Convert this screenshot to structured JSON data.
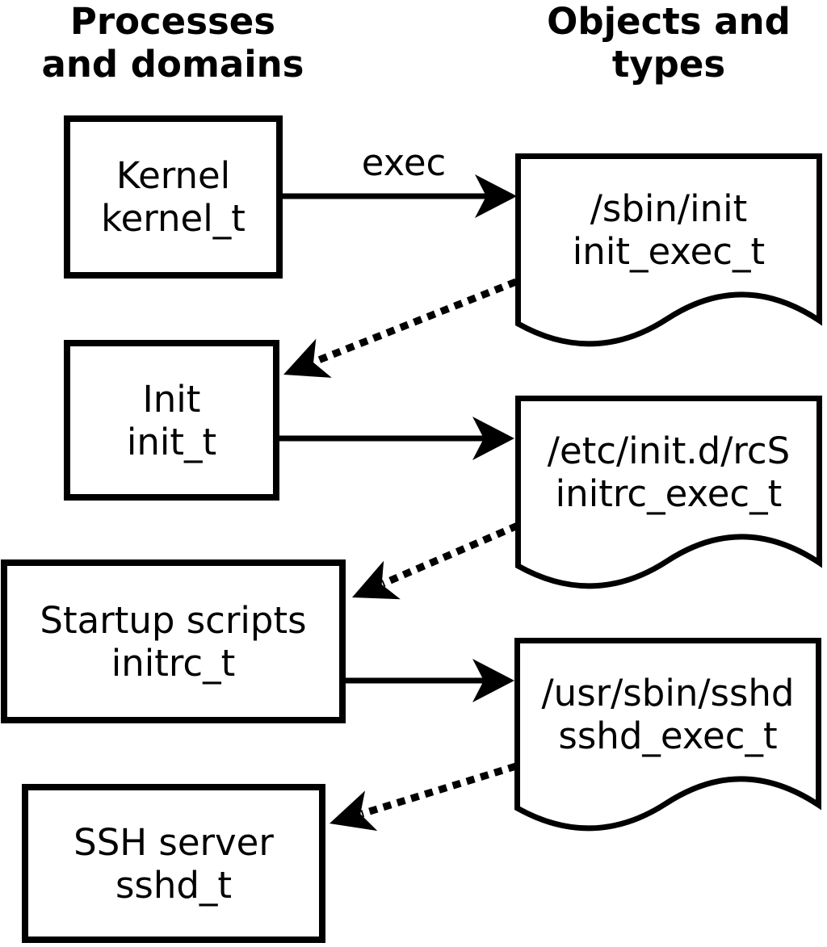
{
  "headers": {
    "left": {
      "line1": "Processes",
      "line2": "and domains"
    },
    "right": {
      "line1": "Objects and",
      "line2": "types"
    }
  },
  "processes": [
    {
      "label": "Kernel",
      "type": "kernel_t"
    },
    {
      "label": "Init",
      "type": "init_t"
    },
    {
      "label": "Startup scripts",
      "type": "initrc_t"
    },
    {
      "label": "SSH server",
      "type": "sshd_t"
    }
  ],
  "objects": [
    {
      "path": "/sbin/init",
      "type": "init_exec_t"
    },
    {
      "path": "/etc/init.d/rcS",
      "type": "initrc_exec_t"
    },
    {
      "path": "/usr/sbin/sshd",
      "type": "sshd_exec_t"
    }
  ],
  "arrows": {
    "exec_label": "exec"
  },
  "colors": {
    "line": "#000000",
    "fill": "#ffffff"
  }
}
